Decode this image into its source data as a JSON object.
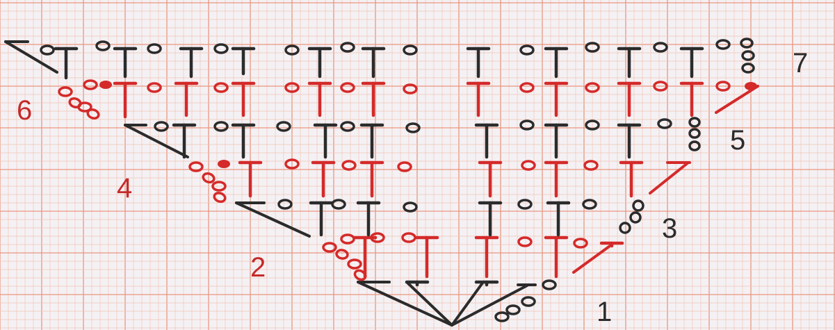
{
  "colors": {
    "paper": "#f4f1f4",
    "grid_fine": "#f2c4b6",
    "grid_major": "#e9967f",
    "ink_dark": "#2b2b2b",
    "ink_red": "#d42a2a"
  },
  "symbols": {
    "double_crochet": "T-stitch-icon",
    "chain": "oval-chain-icon",
    "slip_stitch": "filled-dot-icon"
  },
  "row_labels": {
    "r1": "1",
    "r2": "2",
    "r3": "3",
    "r4": "4",
    "r5": "5",
    "r6": "6",
    "r7": "7"
  }
}
